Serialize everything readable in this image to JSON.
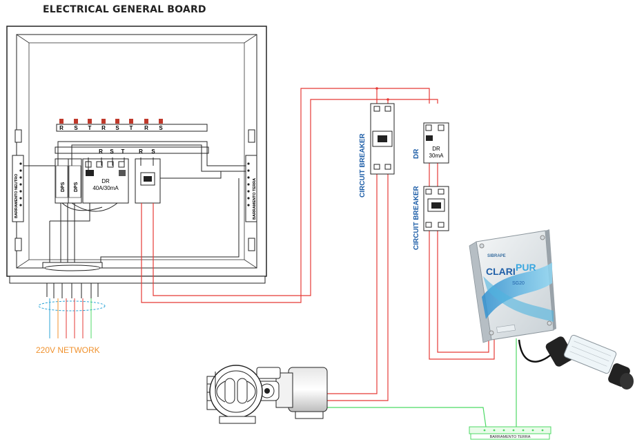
{
  "board": {
    "title": "ELECTRICAL GENERAL BOARD",
    "neutral_bar": "BARRAMENTO NEUTRO",
    "ground_bar": "BARRAMENTO TERRA",
    "top_busbar": [
      "R",
      "S",
      "T",
      "R",
      "S",
      "T",
      "R",
      "S"
    ],
    "row2_terminals": [
      "R",
      "S",
      "T",
      "R",
      "S"
    ],
    "dps_left": "DPS",
    "dps_right": "DPS",
    "dr_label": "DR",
    "dr_rating": "40A/30mA"
  },
  "network_label": "220V NETWORK",
  "pump_breaker": {
    "label": "CIRCUIT BREAKER"
  },
  "chlorinator_circuit": {
    "dr_label": "DR",
    "dr_rating": "30mA",
    "side_dr": "DR",
    "side_breaker": "CIRCUIT BREAKER"
  },
  "device": {
    "brand": "SIBRAPE",
    "name_prefix": "CLARI",
    "name_suffix": "PUR",
    "model": "SG20"
  },
  "ground_bar_bottom": "BARRAMENTO TERRA",
  "colors": {
    "phase_wire": "#e53935",
    "ground_wire": "#4cd964",
    "label_blue": "#1f5fa8",
    "network_orange": "#f0922e",
    "neutral_cyan": "#29a3d6"
  }
}
